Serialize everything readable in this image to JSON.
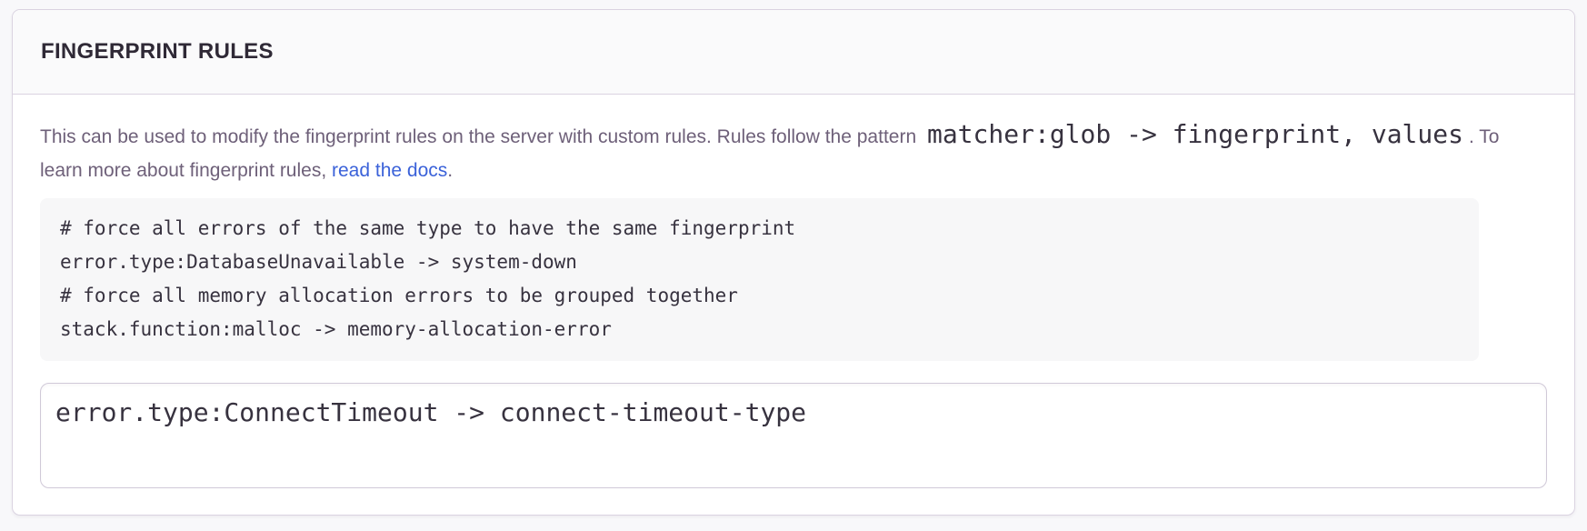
{
  "panel": {
    "title": "FINGERPRINT RULES",
    "description": {
      "text_before": "This can be used to modify the fingerprint rules on the server with custom rules. Rules follow the pattern ",
      "pattern_code": "matcher:glob -> fingerprint, values",
      "text_middle": ". To learn more about fingerprint rules, ",
      "link_label": "read the docs",
      "text_after": "."
    },
    "example_code": "# force all errors of the same type to have the same fingerprint\nerror.type:DatabaseUnavailable -> system-down\n# force all memory allocation errors to be grouped together\nstack.function:malloc -> memory-allocation-error",
    "rules_input_value": "error.type:ConnectTimeout -> connect-timeout-type",
    "colors": {
      "link_blue": "#3b62d9",
      "heading_text": "#2f2936",
      "body_text": "#6e6079",
      "code_text": "#37323f",
      "code_block_background": "#f7f7f8",
      "panel_border": "#dad3e1"
    }
  }
}
